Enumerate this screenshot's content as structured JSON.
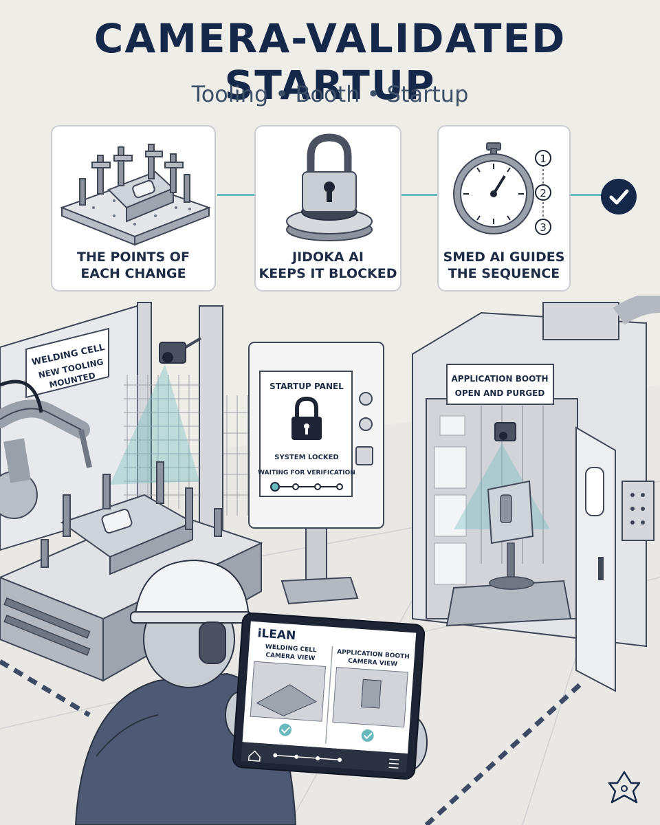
{
  "header": {
    "title": "CAMERA-VALIDATED STARTUP",
    "subtitle": "Tooling • Booth • Startup"
  },
  "steps": [
    {
      "line1": "THE POINTS OF",
      "line2": "EACH CHANGE",
      "icon": "welding-fixture-icon"
    },
    {
      "line1": "JIDOKA AI",
      "line2": "KEEPS IT BLOCKED",
      "icon": "padlock-icon"
    },
    {
      "line1": "SMED AI GUIDES",
      "line2": "THE SEQUENCE",
      "icon": "stopwatch-icon",
      "sequence": [
        "1",
        "2",
        "3"
      ]
    }
  ],
  "scene": {
    "welding_sign": {
      "line1": "WELDING CELL",
      "line2": "NEW TOOLING",
      "line3": "MOUNTED"
    },
    "startup_panel": {
      "title": "STARTUP PANEL",
      "status": "SYSTEM LOCKED",
      "substatus": "WAITING FOR VERIFICATION"
    },
    "booth_sign": {
      "line1": "APPLICATION BOOTH",
      "line2": "OPEN AND PURGED"
    },
    "tablet": {
      "brand": "iLEAN",
      "left_view": {
        "line1": "WELDING CELL",
        "line2": "CAMERA VIEW"
      },
      "right_view": {
        "line1": "APPLICATION BOOTH",
        "line2": "CAMERA VIEW"
      }
    }
  },
  "colors": {
    "navy": "#16284a",
    "teal": "#67b9bd",
    "background": "#efede8"
  }
}
